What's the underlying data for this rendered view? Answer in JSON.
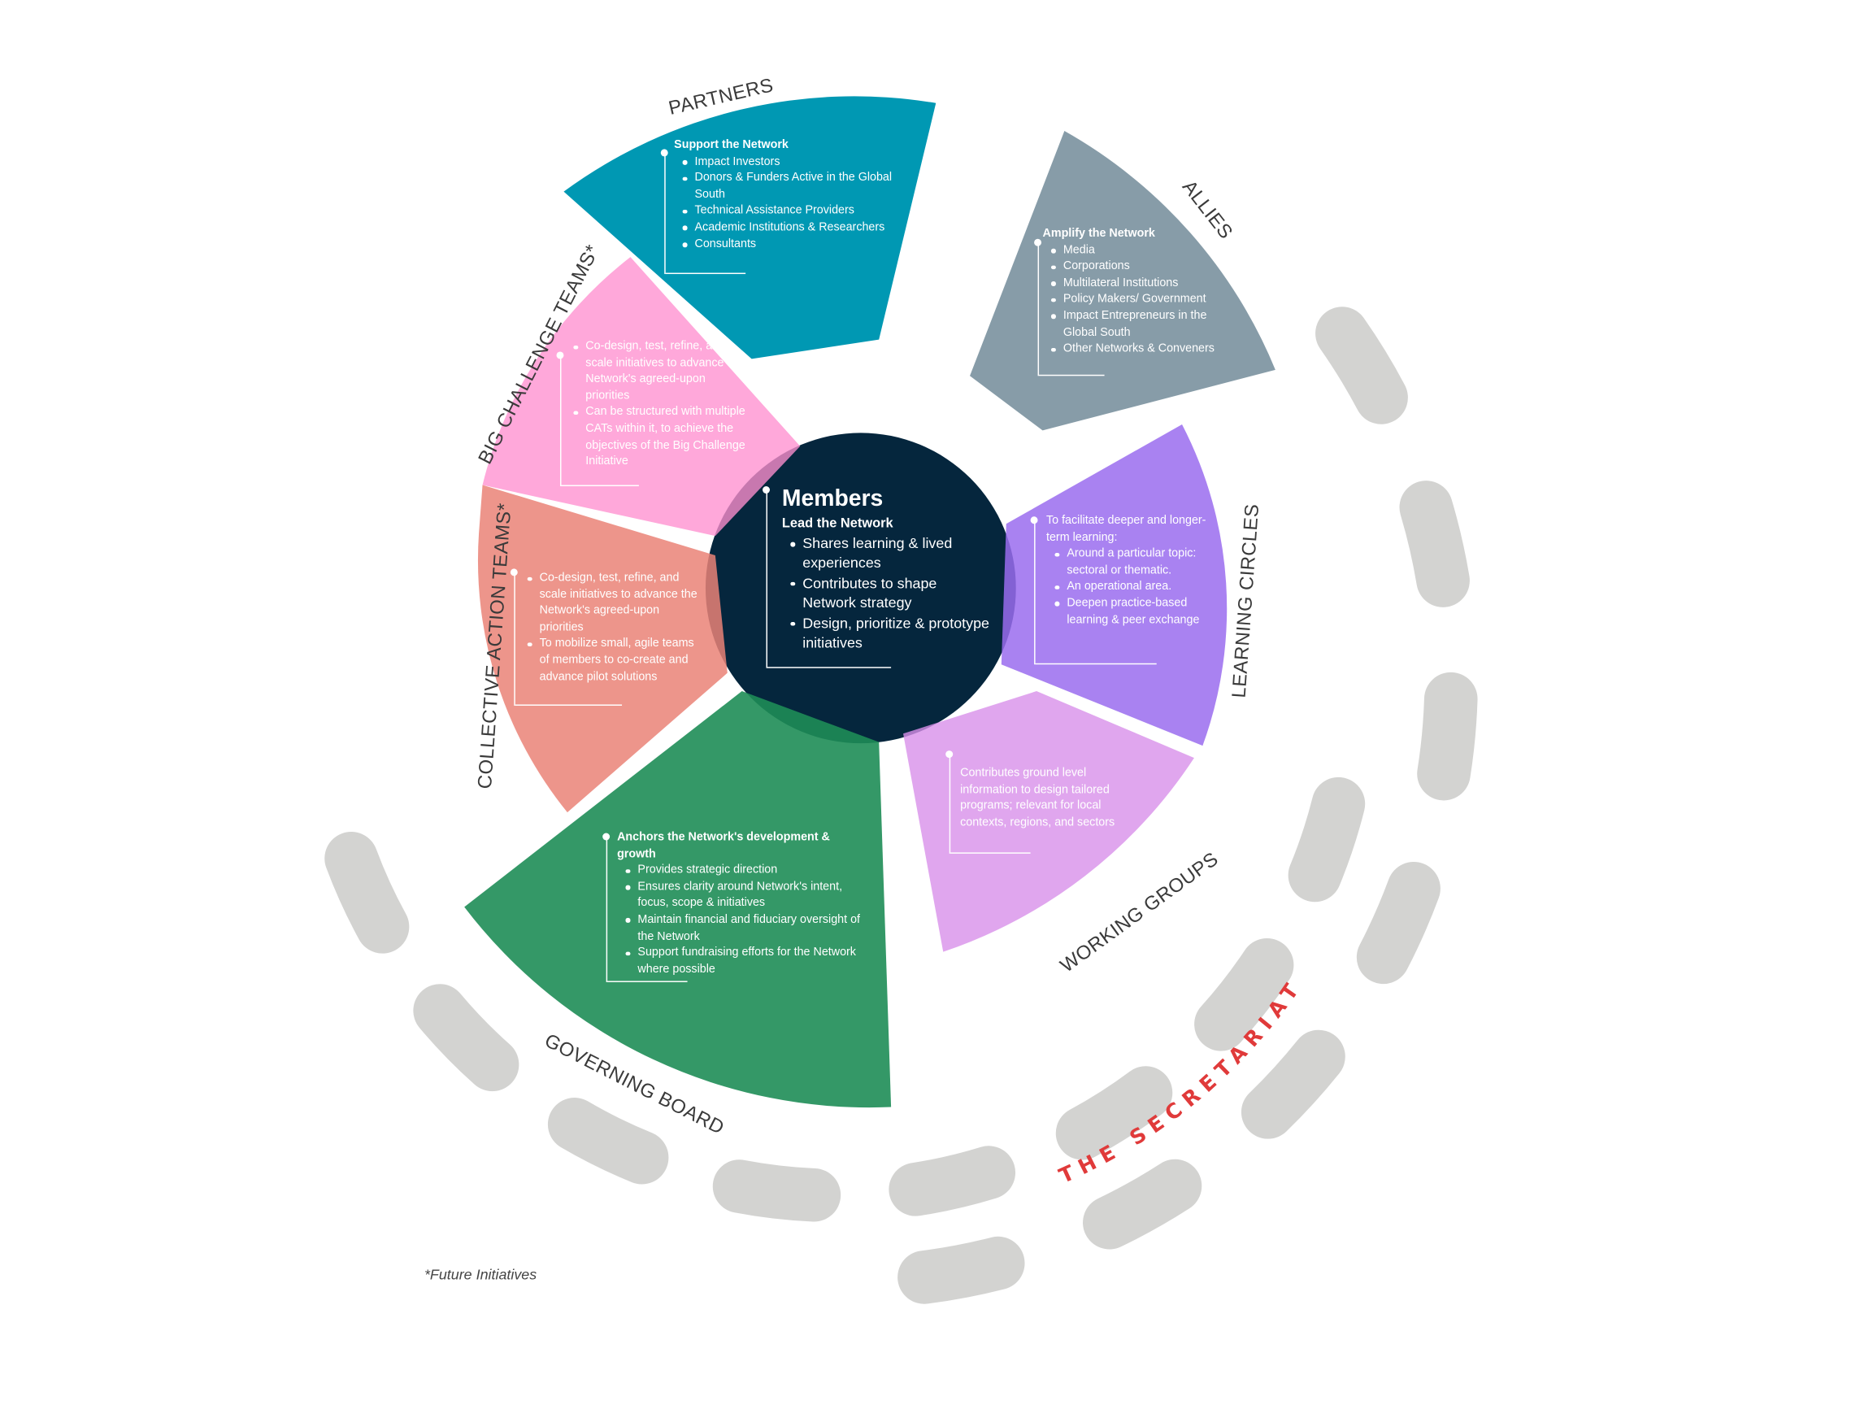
{
  "colors": {
    "partners": "#0098b3",
    "allies": "#879ca8",
    "members": "#05263d",
    "big_challenge": "#ff8fd0",
    "collective": "#ea8277",
    "learning": "#9a6cef",
    "working": "#dc9ced",
    "governing": "#2a9160",
    "secretariat_ring": "#d3d3d1",
    "secretariat_text": "#e03a3a"
  },
  "labels": {
    "partners": "PARTNERS",
    "allies": "ALLIES",
    "big_challenge": "BIG CHALLENGE TEAMS*",
    "collective": "COLLECTIVE ACTION TEAMS*",
    "learning": "LEARNING CIRCLES",
    "working": "WORKING GROUPS",
    "governing": "GOVERNING BOARD",
    "secretariat": "THE SECRETARIAT"
  },
  "partners": {
    "title": "Support the Network",
    "items": [
      "Impact Investors",
      "Donors & Funders Active in the Global South",
      "Technical Assistance Providers",
      "Academic Institutions & Researchers",
      "Consultants"
    ]
  },
  "allies": {
    "title": "Amplify the Network",
    "items": [
      "Media",
      "Corporations",
      "Multilateral Institutions",
      "Policy Makers/ Government",
      "Impact Entrepreneurs in the Global South",
      "Other Networks & Conveners"
    ]
  },
  "big_challenge": {
    "items": [
      "Co-design, test, refine, and scale initiatives to advance the Network's agreed-upon priorities",
      "Can be structured with multiple CATs within it, to achieve the objectives of the Big Challenge Initiative"
    ]
  },
  "collective": {
    "items": [
      "Co-design, test, refine, and scale initiatives to advance the Network's agreed-upon priorities",
      "To mobilize small, agile teams of members to co-create and advance pilot solutions"
    ]
  },
  "members": {
    "title": "Members",
    "subtitle": "Lead the Network",
    "items": [
      "Shares learning & lived experiences",
      "Contributes to shape Network strategy",
      "Design, prioritize & prototype initiatives"
    ]
  },
  "learning": {
    "intro": "To facilitate deeper and longer-term learning:",
    "items": [
      "Around a particular topic: sectoral or thematic.",
      "An operational area.",
      "Deepen practice-based learning & peer exchange"
    ]
  },
  "working": {
    "text": "Contributes ground level information to design tailored programs; relevant for local contexts, regions, and sectors"
  },
  "governing": {
    "title": "Anchors the Network's development & growth",
    "items": [
      "Provides strategic direction",
      "Ensures clarity around Network's intent, focus, scope & initiatives",
      "Maintain financial and fiduciary oversight of the Network",
      "Support fundraising efforts for the Network where possible"
    ]
  },
  "footnote": "*Future Initiatives"
}
